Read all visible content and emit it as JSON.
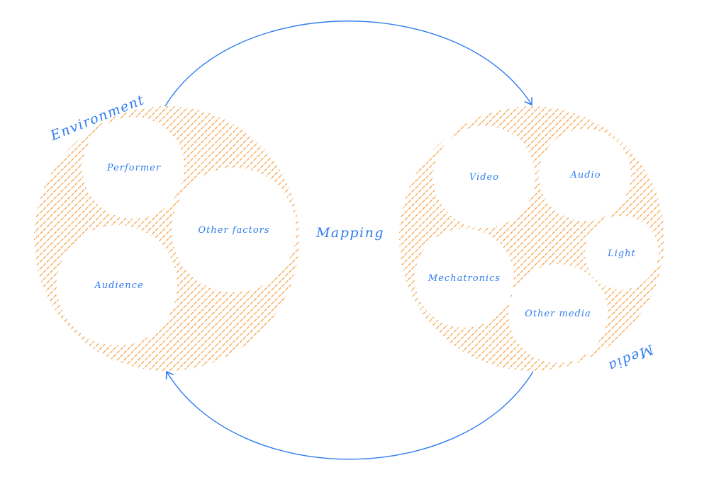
{
  "colors": {
    "accent": "#2f7cf0",
    "hatch": "#f5962e"
  },
  "center_label": "Mapping",
  "environment": {
    "title": "Environment",
    "items": [
      "Performer",
      "Other factors",
      "Audience"
    ]
  },
  "media": {
    "title": "Media",
    "items": [
      "Video",
      "Audio",
      "Light",
      "Mechatronics",
      "Other media"
    ]
  }
}
